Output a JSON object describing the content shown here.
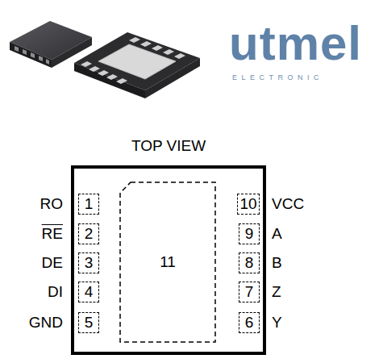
{
  "diagram": {
    "nodes": [
      {
        "text": [
          "TOP VIEW"
        ]
      },
      {
        "text": [
          "1"
        ],
        "in": 0
      },
      {
        "text": [
          "2"
        ],
        "in": 0
      },
      {
        "text": [
          "3"
        ],
        "in": 0
      },
      {
        "text": [
          "4"
        ],
        "in": 0
      },
      {
        "text": [
          "5"
        ],
        "in": 0
      },
      {
        "text": [
          "6"
        ],
        "in": 0
      },
      {
        "text": [
          "7"
        ],
        "in": 0
      },
      {
        "text": [
          "8"
        ],
        "in": 0
      },
      {
        "text": [
          "9"
        ],
        "in": 0
      },
      {
        "text": [
          "10"
        ],
        "in": 0
      },
      {
        "text": [
          "11"
        ],
        "in": 0
      }
    ],
    "labels": [
      "utmel",
      "ELECTRONIC",
      "RO",
      "RE",
      "DE",
      "DI",
      "GND",
      "VCC",
      "A",
      "B",
      "Z",
      "Y"
    ]
  }
}
